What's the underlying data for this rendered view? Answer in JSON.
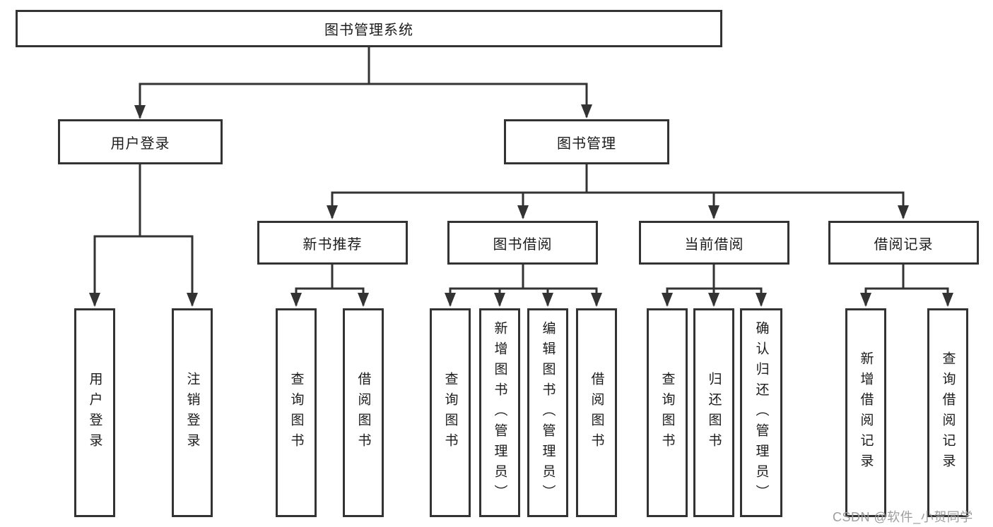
{
  "diagram_title": "图书管理系统",
  "tree": {
    "label": "图书管理系统",
    "children": [
      {
        "label": "用户登录",
        "children": [
          {
            "label": "用户登录"
          },
          {
            "label": "注销登录"
          }
        ]
      },
      {
        "label": "图书管理",
        "children": [
          {
            "label": "新书推荐",
            "children": [
              {
                "label": "查询图书"
              },
              {
                "label": "借阅图书"
              }
            ]
          },
          {
            "label": "图书借阅",
            "children": [
              {
                "label": "查询图书"
              },
              {
                "label": "新增图书（管理员）"
              },
              {
                "label": "编辑图书（管理员）"
              },
              {
                "label": "借阅图书"
              }
            ]
          },
          {
            "label": "当前借阅",
            "children": [
              {
                "label": "查询图书"
              },
              {
                "label": "归还图书"
              },
              {
                "label": "确认归还（管理员）"
              }
            ]
          },
          {
            "label": "借阅记录",
            "children": [
              {
                "label": "新增借阅记录"
              },
              {
                "label": "查询借阅记录"
              }
            ]
          }
        ]
      }
    ]
  },
  "watermark": "CSDN @软件_小贺同学",
  "colors": {
    "line": "#333333",
    "box_border": "#333333",
    "text": "#1c1c1c",
    "background": "#ffffff",
    "watermark": "#9d9d9d"
  }
}
